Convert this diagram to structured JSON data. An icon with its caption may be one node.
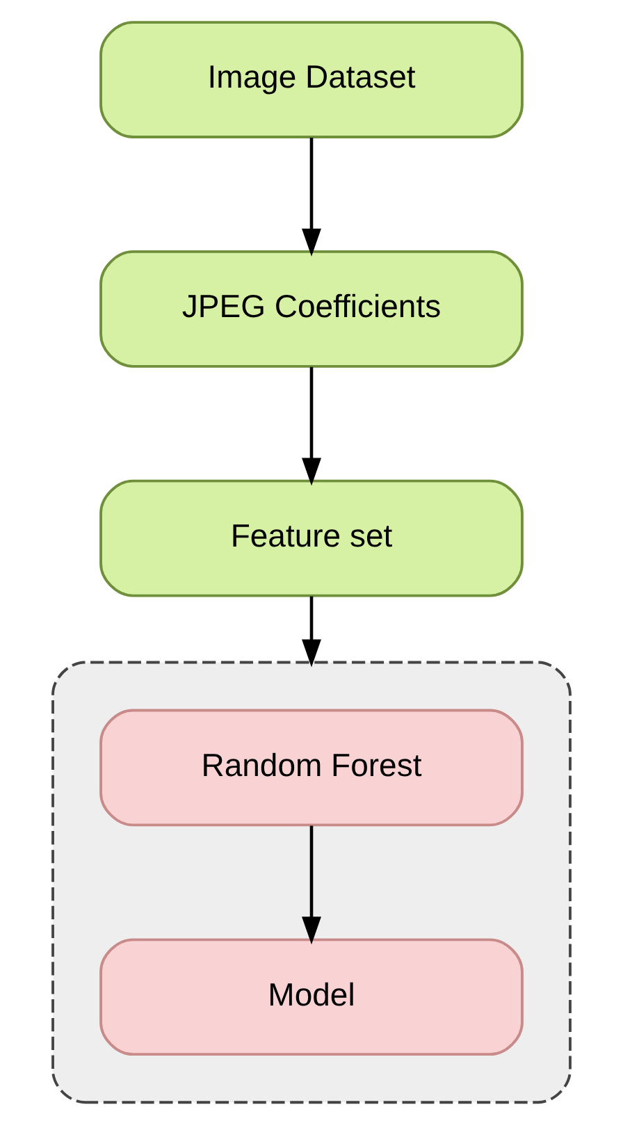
{
  "diagram": {
    "nodes": [
      {
        "text": [
          "Image Dataset"
        ]
      },
      {
        "text": [
          "JPEG Coefficients"
        ]
      },
      {
        "text": [
          "Feature set"
        ]
      },
      {
        "text": [],
        "shape": "box"
      },
      {
        "text": [
          "Random Forest"
        ],
        "in": 3
      },
      {
        "text": [
          "Model"
        ],
        "in": 3
      }
    ],
    "edges": [
      {
        "from": 0,
        "to": 1,
        "arrow": "to"
      },
      {
        "from": 1,
        "to": 2,
        "arrow": "to"
      },
      {
        "from": 2,
        "to": 3,
        "arrow": "to"
      },
      {
        "from": 4,
        "to": 5,
        "arrow": "to"
      }
    ]
  }
}
